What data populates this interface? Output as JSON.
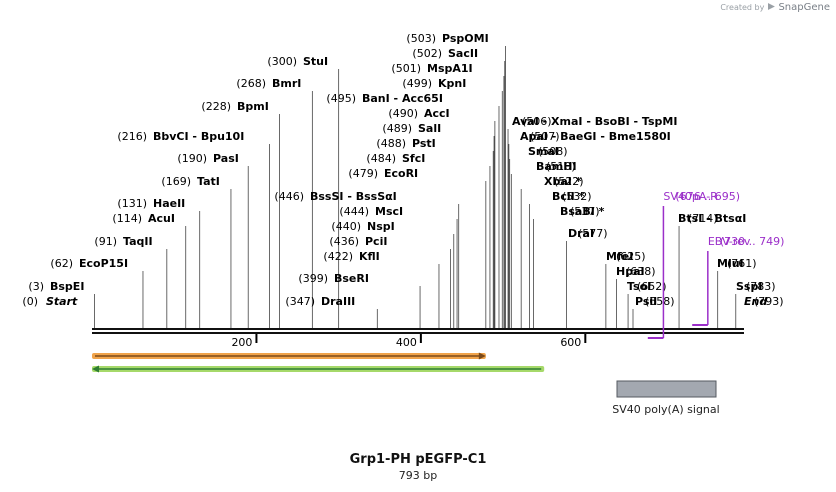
{
  "credit": {
    "prefix": "Created by",
    "brand": "SnapGene"
  },
  "map": {
    "title": "Grp1-PH pEGFP-C1",
    "length_label": "793 bp",
    "length": 793,
    "scale_ticks": [
      200,
      400,
      600
    ],
    "sites": [
      {
        "pos": "(0)",
        "name": "Start",
        "bp": 0,
        "style": "italic"
      },
      {
        "pos": "(3)",
        "name": "BspEI",
        "bp": 3
      },
      {
        "pos": "(62)",
        "name": "EcoP15I",
        "bp": 62
      },
      {
        "pos": "(91)",
        "name": "TaqII",
        "bp": 91
      },
      {
        "pos": "(114)",
        "name": "AcuI",
        "bp": 114
      },
      {
        "pos": "(131)",
        "name": "HaeII",
        "bp": 131
      },
      {
        "pos": "(169)",
        "name": "TatI",
        "bp": 169
      },
      {
        "pos": "(190)",
        "name": "PasI",
        "bp": 190
      },
      {
        "pos": "(216)",
        "name": "BbvCI  -  Bpu10I",
        "bp": 216
      },
      {
        "pos": "(228)",
        "name": "BpmI",
        "bp": 228
      },
      {
        "pos": "(268)",
        "name": "BmrI",
        "bp": 268
      },
      {
        "pos": "(300)",
        "name": "StuI",
        "bp": 300
      },
      {
        "pos": "(347)",
        "name": "DraIII",
        "bp": 347
      },
      {
        "pos": "(399)",
        "name": "BseRI",
        "bp": 399
      },
      {
        "pos": "(422)",
        "name": "KflI",
        "bp": 422
      },
      {
        "pos": "(436)",
        "name": "PciI",
        "bp": 436
      },
      {
        "pos": "(440)",
        "name": "NspI",
        "bp": 440
      },
      {
        "pos": "(444)",
        "name": "MscI",
        "bp": 444
      },
      {
        "pos": "(446)",
        "name": "BssSI  -  BssSαI",
        "bp": 446
      },
      {
        "pos": "(479)",
        "name": "EcoRI",
        "bp": 479
      },
      {
        "pos": "(484)",
        "name": "SfcI",
        "bp": 484
      },
      {
        "pos": "(488)",
        "name": "PstI",
        "bp": 488
      },
      {
        "pos": "(489)",
        "name": "SalI",
        "bp": 489
      },
      {
        "pos": "(490)",
        "name": "AccI",
        "bp": 490
      },
      {
        "pos": "(495)",
        "name": "BanI  -  Acc65I",
        "bp": 495
      },
      {
        "pos": "(499)",
        "name": "KpnI",
        "bp": 499
      },
      {
        "pos": "(501)",
        "name": "MspA1I",
        "bp": 501
      },
      {
        "pos": "(502)",
        "name": "SacII",
        "bp": 502
      },
      {
        "pos": "(503)",
        "name": "PspOMI",
        "bp": 503
      },
      {
        "pos": "(506)",
        "name": "AvaI  -  XmaI  -  BsoBI  -  TspMI",
        "bp": 506
      },
      {
        "pos": "(507)",
        "name": "ApaI  -  BaeGI  -  Bme1580I",
        "bp": 507
      },
      {
        "pos": "(508)",
        "name": "SmaI",
        "bp": 508
      },
      {
        "pos": "(510)",
        "name": "BamHI",
        "bp": 510
      },
      {
        "pos": "(522)",
        "name": "XbaI *",
        "bp": 522
      },
      {
        "pos": "(532)",
        "name": "BclI *",
        "bp": 532
      },
      {
        "pos": "(537)",
        "name": "BsaBI *",
        "bp": 537
      },
      {
        "pos": "(577)",
        "name": "DraI",
        "bp": 577
      },
      {
        "pos": "(625)",
        "name": "MfeI",
        "bp": 625
      },
      {
        "pos": "(638)",
        "name": "HpaI",
        "bp": 638
      },
      {
        "pos": "(652)",
        "name": "TsoI",
        "bp": 652
      },
      {
        "pos": "(658)",
        "name": "PsiI",
        "bp": 658
      },
      {
        "pos": "(714)",
        "name": "BtsI  -  BtsαI",
        "bp": 714
      },
      {
        "pos": "(761)",
        "name": "MluI",
        "bp": 761
      },
      {
        "pos": "(783)",
        "name": "SspI",
        "bp": 783
      },
      {
        "pos": "(793)",
        "name": "End",
        "bp": 793,
        "style": "italic"
      }
    ],
    "primers": [
      {
        "name": "SV40pA-R",
        "range": "(676 .. 695)",
        "start": 676,
        "end": 695,
        "direction": "reverse"
      },
      {
        "name": "EBV-rev",
        "range": "(730 .. 749)",
        "start": 730,
        "end": 749,
        "direction": "reverse"
      }
    ],
    "features": [
      {
        "name": "SV40 poly(A) signal",
        "start": 648,
        "end": 770
      }
    ],
    "arrows": [
      {
        "start": 0,
        "end": 479,
        "direction": "forward",
        "stroke": "#f0a34a",
        "fill": "#7a4a1a"
      },
      {
        "start": 0,
        "end": 550,
        "direction": "reverse",
        "stroke": "#a6d96a",
        "fill": "#2e7d32"
      }
    ],
    "colors": {
      "backbone": "#111111",
      "primer": "#9b2fc9",
      "feature_fill": "#a3a8b0",
      "feature_stroke": "#555a61"
    }
  }
}
